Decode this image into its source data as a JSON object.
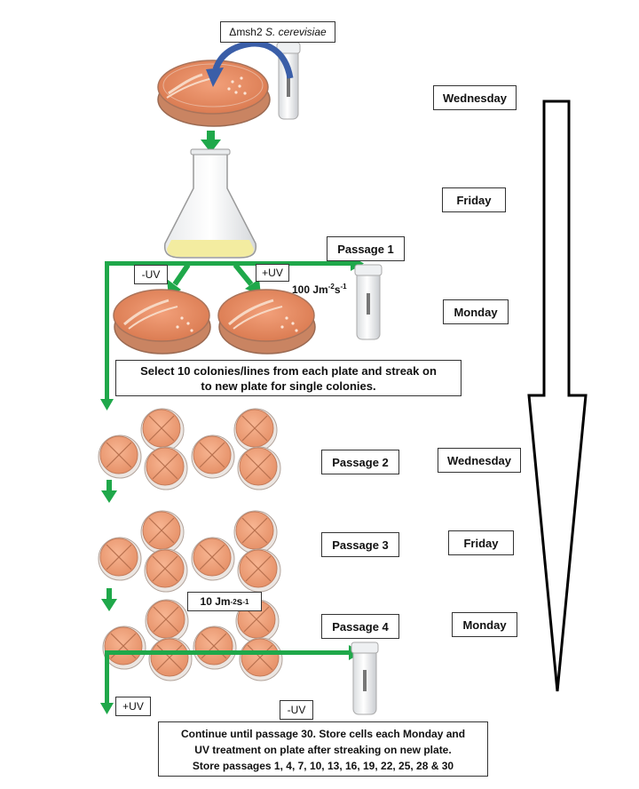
{
  "strain": {
    "prefix": "Δmsh2 ",
    "species": "S. cerevisiae"
  },
  "days": {
    "wednesday_1": "Wednesday",
    "friday_1": "Friday",
    "monday_1": "Monday",
    "wednesday_2": "Wednesday",
    "friday_2": "Friday",
    "monday_2": "Monday"
  },
  "passages": {
    "p1": "Passage 1",
    "p2": "Passage 2",
    "p3": "Passage 3",
    "p4": "Passage 4"
  },
  "treatments": {
    "minus_uv_top": "-UV",
    "plus_uv_top": "+UV",
    "plus_uv_bottom": "+UV",
    "minus_uv_bottom": "-UV"
  },
  "doses": {
    "high_value": "100 Jm",
    "high_exp1": "-2",
    "high_mid": "s",
    "high_exp2": "-1",
    "low_value": "10 Jm",
    "low_exp1": "-2",
    "low_mid": "s",
    "low_exp2": "-1"
  },
  "instructions": {
    "select_line1": "Select 10 colonies/lines from each plate and streak on",
    "select_line2": "to new plate for single colonies.",
    "final_line1": "Continue until passage 30. Store cells each Monday and",
    "final_line2": "UV treatment on plate after streaking on new plate.",
    "final_line3": "Store passages 1, 4, 7, 10, 13, 16, 19, 22, 25, 28 & 30"
  },
  "colors": {
    "green_arrow": "#1fa84a",
    "blue_arrow": "#3a5ea8",
    "plate_agar": "#e9926a",
    "plate_rim": "#b06a4a",
    "flask_liquid": "#f5f0a8",
    "small_plate": "#f2a57e"
  }
}
